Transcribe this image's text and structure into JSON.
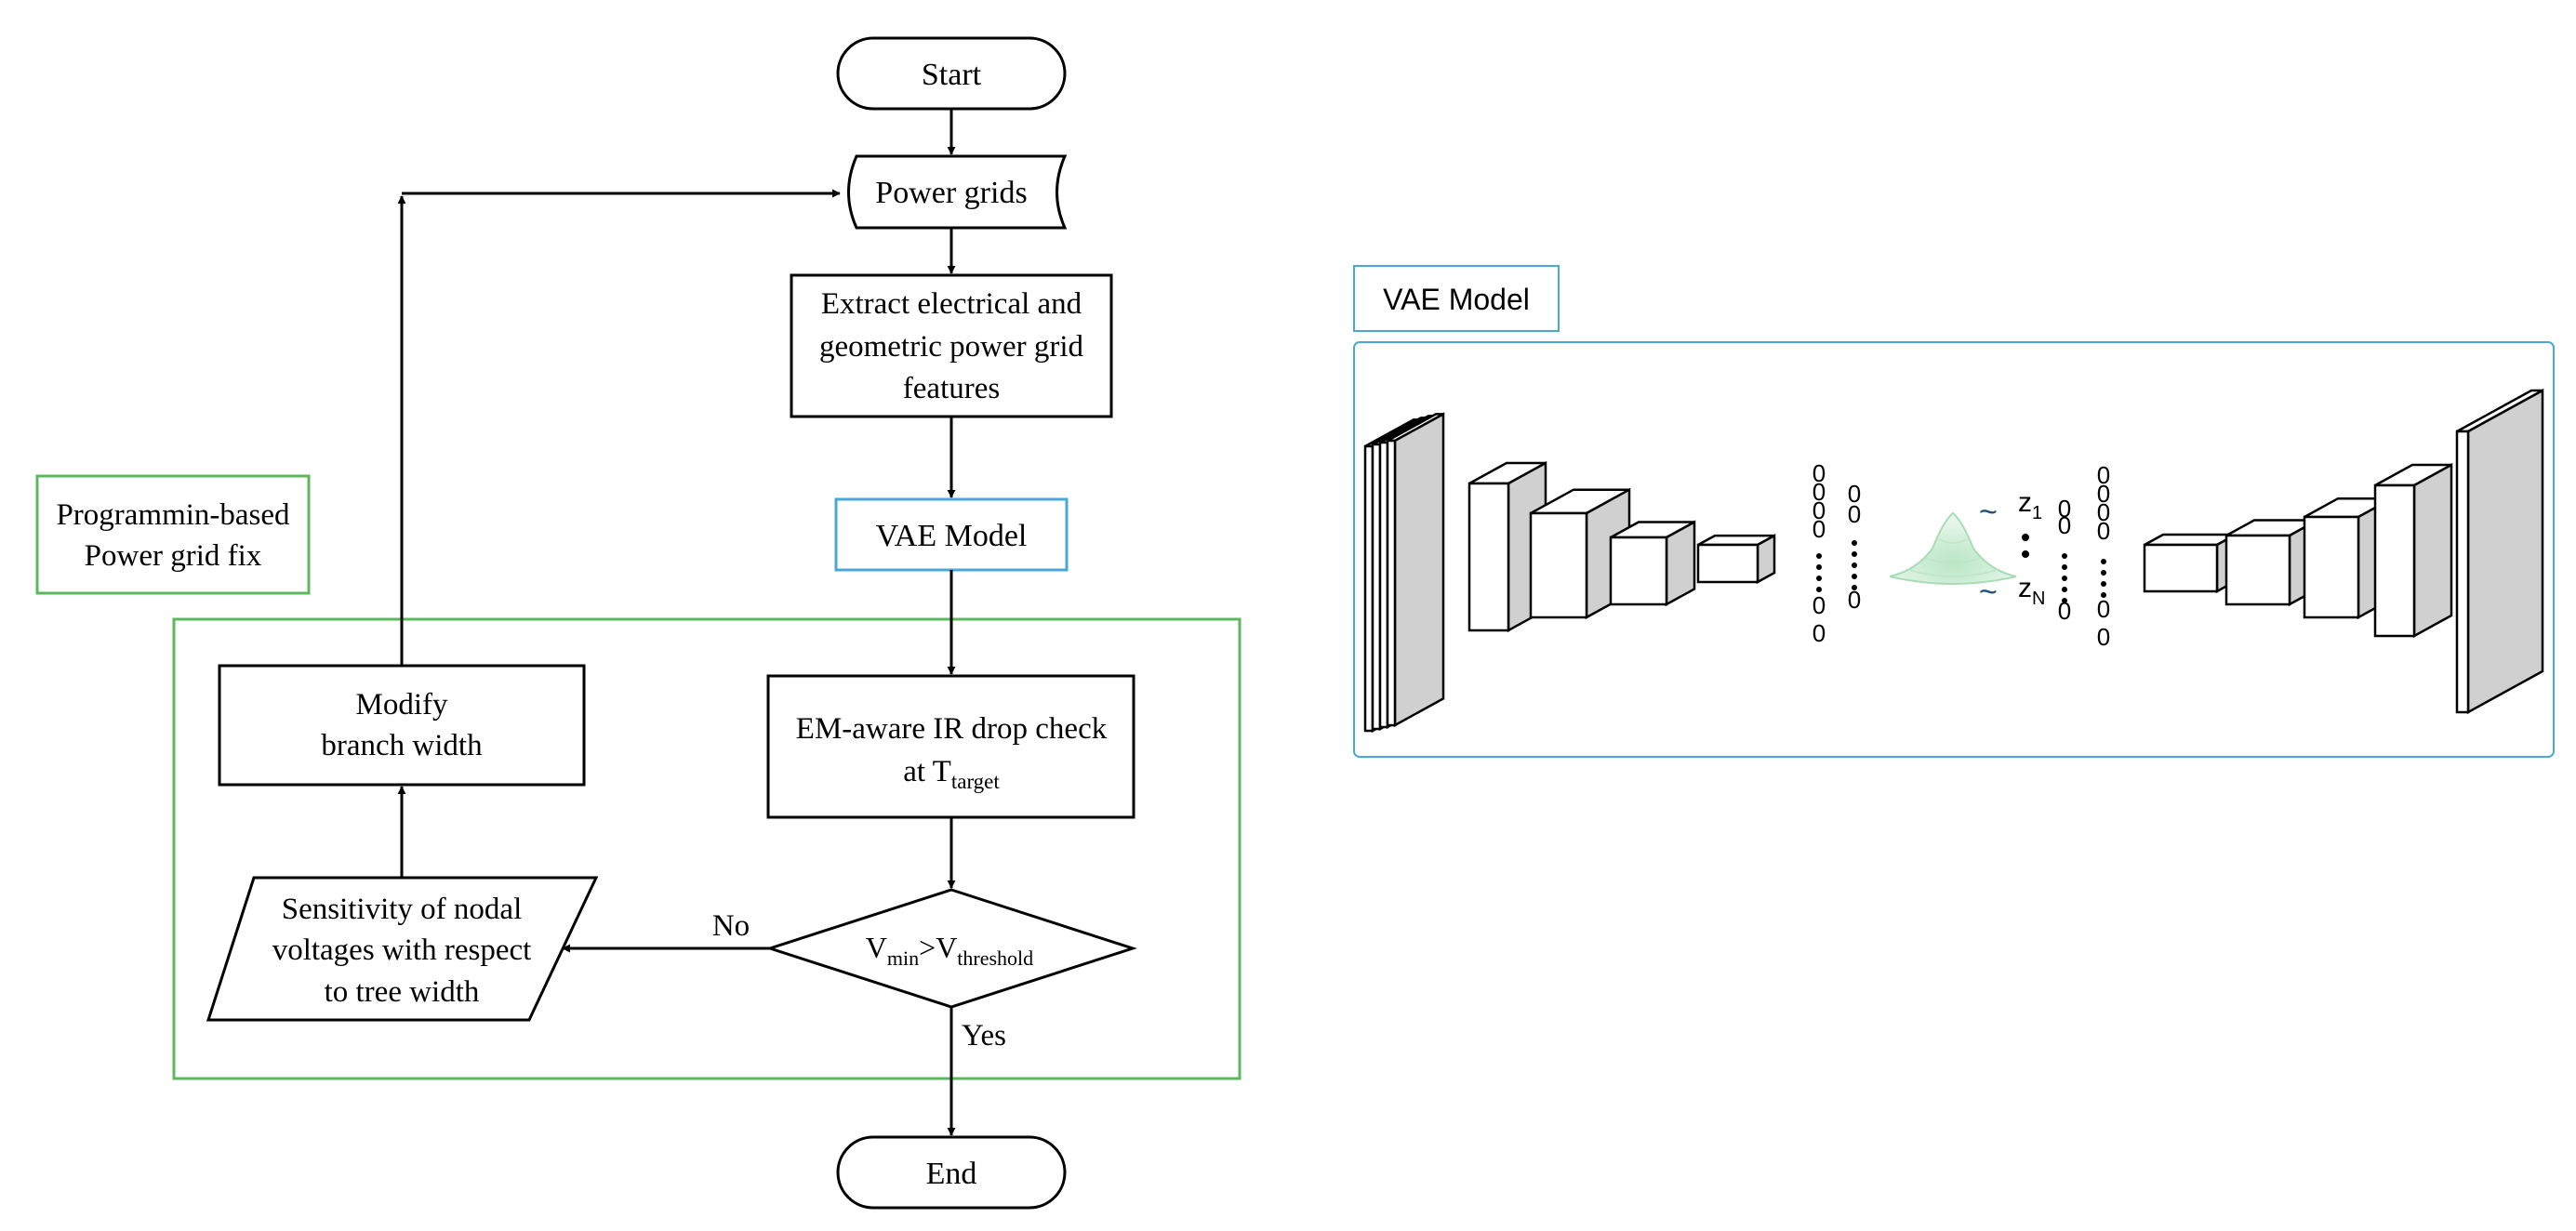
{
  "flowchart": {
    "start_label": "Start",
    "power_grids_label": "Power grids",
    "extract_line1": "Extract electrical and",
    "extract_line2": "geometric power grid",
    "extract_line3": "features",
    "vae_model_label": "VAE Model",
    "check_line1": "EM-aware IR drop check",
    "check_line2_prefix": "at T",
    "check_line2_sub": "target",
    "decision_v": "V",
    "decision_min_sub": "min",
    "decision_gt": ">V",
    "decision_threshold_sub": "threshold",
    "no_label": "No",
    "yes_label": "Yes",
    "end_label": "End",
    "modify_line1": "Modify",
    "modify_line2": "branch width",
    "sensitivity_line1": "Sensitivity of nodal",
    "sensitivity_line2": "voltages with respect",
    "sensitivity_line3": "to tree width",
    "fix_group_line1": "Programmin-based",
    "fix_group_line2": "Power grid fix"
  },
  "vae_panel": {
    "title": "VAE Model",
    "latent_top": "z",
    "latent_top_sub": "1",
    "latent_bottom": "z",
    "latent_bottom_sub": "N",
    "tilde": "~",
    "node_glyph": "0"
  },
  "colors": {
    "vae_border": "#4aa8d8",
    "fix_border": "#5cb85c",
    "gaussian": "#8fd19e",
    "block_side": "#d0d0d0"
  }
}
